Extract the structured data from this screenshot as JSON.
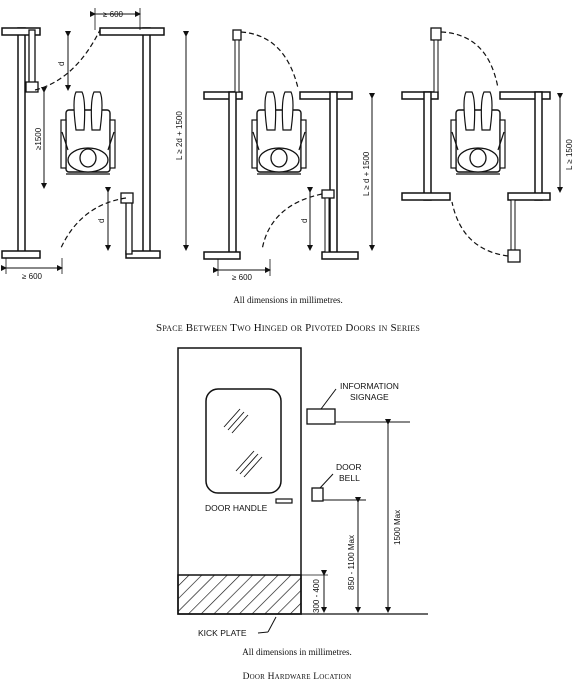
{
  "top": {
    "dims": {
      "ge600_top": "≥ 600",
      "ge600_bottom_left": "≥ 600",
      "ge600_bottom_mid": "≥ 600",
      "d": "d",
      "ge1500_left": "≥1500",
      "l_ge_2d_1500": "L ≥ 2d + 1500",
      "l_ge_d_1500": "L ≥ d + 1500",
      "l_ge_1500": "L ≥ 1500"
    },
    "note": "All dimensions in millimetres.",
    "caption": "Space Between Two Hinged or Pivoted Doors in Series"
  },
  "bottom": {
    "labels": {
      "information_signage_line1": "INFORMATION",
      "information_signage_line2": "SIGNAGE",
      "door_bell_line1": "DOOR",
      "door_bell_line2": "BELL",
      "door_handle": "DOOR HANDLE",
      "kick_plate": "KICK PLATE"
    },
    "dims": {
      "max_1500": "1500 Max",
      "range_850_1100": "850 - 1100 Max",
      "range_300_400": "300 - 400"
    },
    "note": "All dimensions in millimetres.",
    "caption": "Door Hardware Location"
  }
}
